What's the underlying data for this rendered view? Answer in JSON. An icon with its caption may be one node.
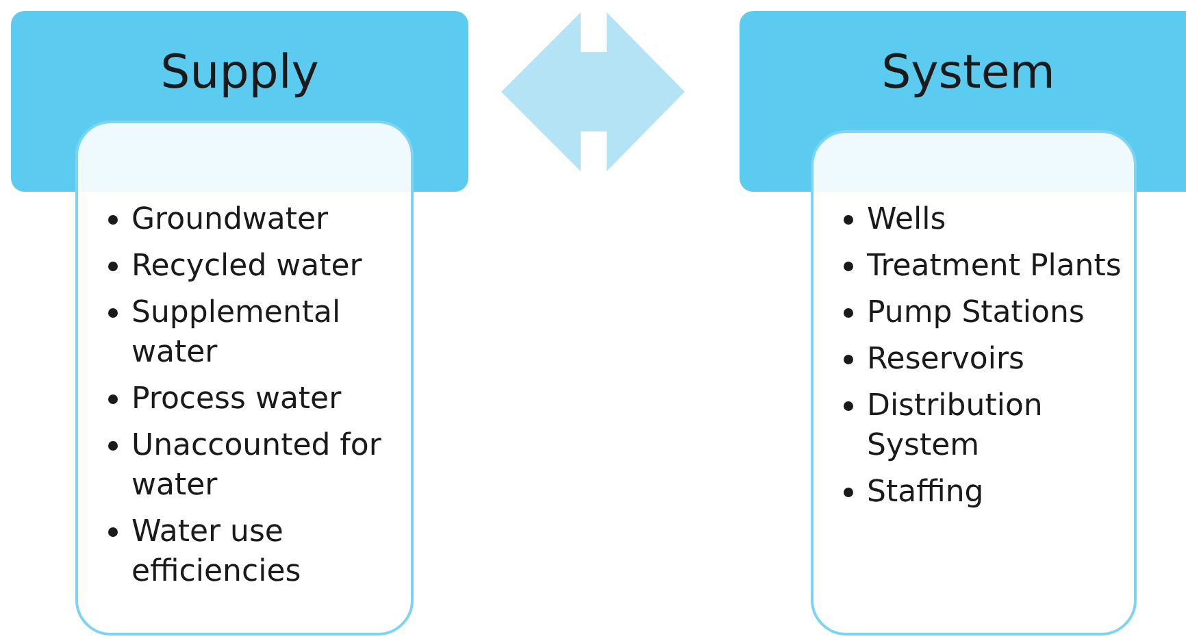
{
  "diagram": {
    "nodes": [
      {
        "text": [
          "Supply"
        ]
      },
      {
        "text": [
          "Groundwater",
          "Recycled water",
          "Supplemental water",
          "Process water",
          "Unaccounted for water",
          "Water use efficiencies"
        ]
      },
      {
        "text": [
          "System"
        ]
      },
      {
        "text": [
          "Wells",
          "Treatment Plants",
          "Pump Stations",
          "Reservoirs",
          "Distribution System",
          "Staffing"
        ]
      }
    ],
    "edges": [
      {
        "from": 0,
        "to": 2,
        "arrow": "both"
      }
    ]
  }
}
